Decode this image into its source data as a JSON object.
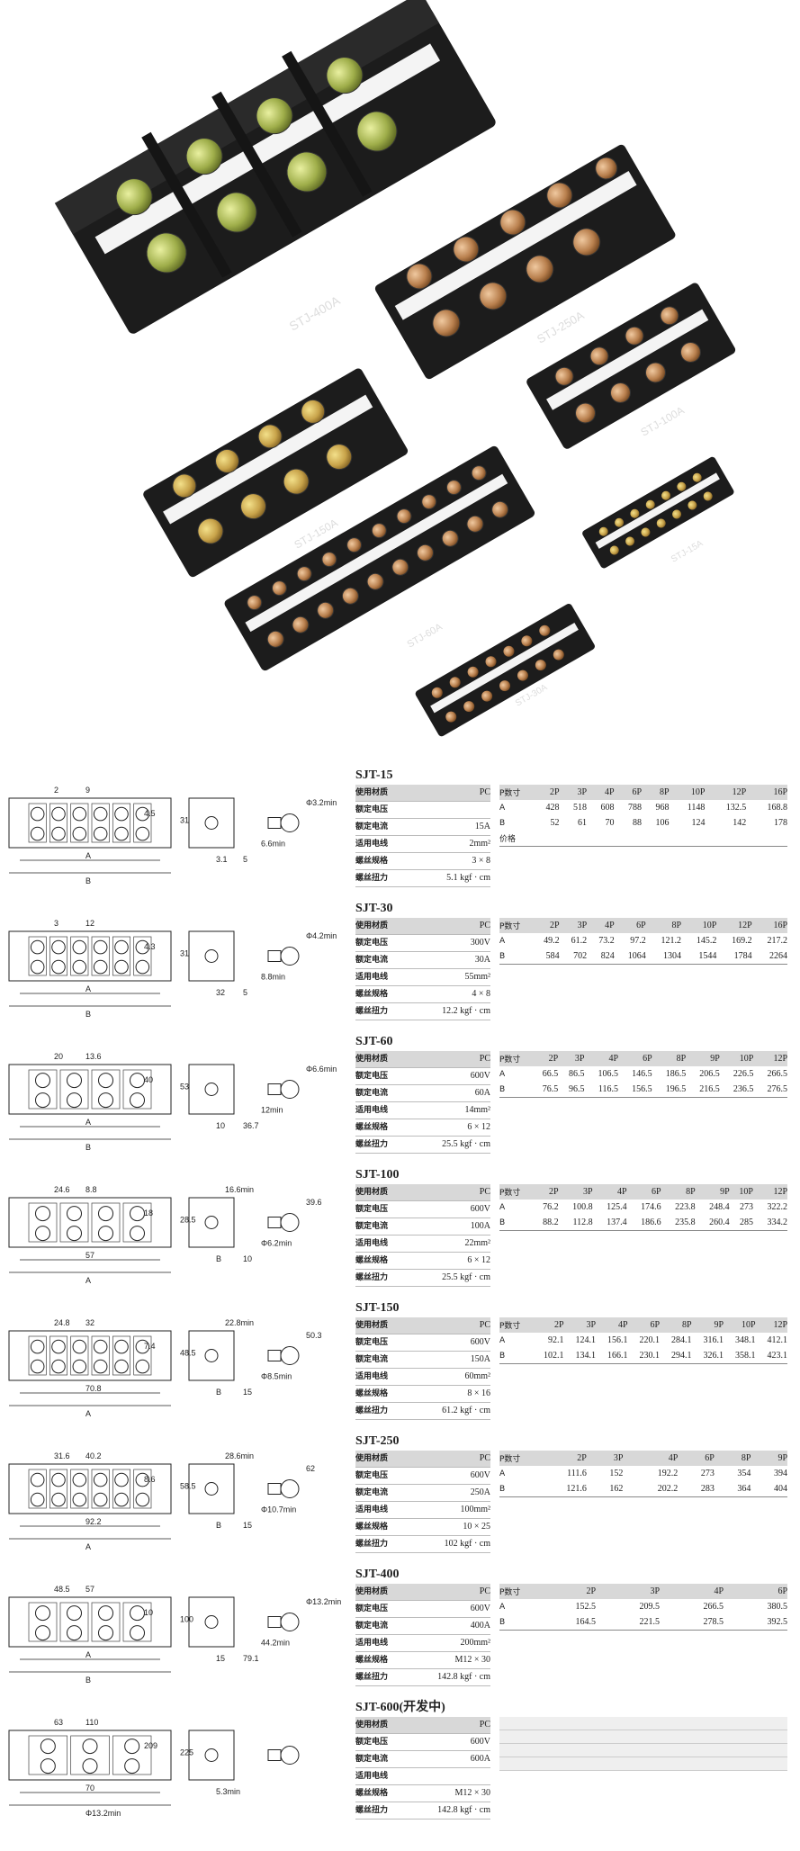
{
  "photo": {
    "labels": [
      "STJ-400A",
      "STJ-250A",
      "STJ-100A",
      "STJ-150A",
      "STJ-60A",
      "STJ-15A",
      "STJ-30A"
    ]
  },
  "models": [
    {
      "name": "SJT-15",
      "spec": [
        [
          "使用材质",
          "PC"
        ],
        [
          "额定电压",
          ""
        ],
        [
          "额定电流",
          "15A"
        ],
        [
          "适用电线",
          "2mm²"
        ],
        [
          "螺丝规格",
          "3 × 8"
        ],
        [
          "螺丝扭力",
          "5.1 kgf · cm"
        ]
      ],
      "price": {
        "header": [
          "P数寸",
          "2P",
          "3P",
          "4P",
          "6P",
          "8P",
          "10P",
          "12P",
          "16P"
        ],
        "rows": [
          [
            "A",
            "428",
            "518",
            "608",
            "788",
            "968",
            "1148",
            "132.5",
            "168.8"
          ],
          [
            "B",
            "52",
            "61",
            "70",
            "88",
            "106",
            "124",
            "142",
            "178"
          ],
          [
            "价格",
            "",
            "",
            "",
            "",
            "",
            "",
            "",
            ""
          ]
        ]
      },
      "drawing": {
        "dims": [
          "2",
          "9",
          "4.5",
          "31",
          "A",
          "B",
          "3.1",
          "5",
          "Φ3.2min",
          "6.6min"
        ]
      }
    },
    {
      "name": "SJT-30",
      "spec": [
        [
          "使用材质",
          "PC"
        ],
        [
          "额定电压",
          "300V"
        ],
        [
          "额定电流",
          "30A"
        ],
        [
          "适用电线",
          "55mm²"
        ],
        [
          "螺丝规格",
          "4 × 8"
        ],
        [
          "螺丝扭力",
          "12.2 kgf · cm"
        ]
      ],
      "price": {
        "header": [
          "P数寸",
          "2P",
          "3P",
          "4P",
          "6P",
          "8P",
          "10P",
          "12P",
          "16P"
        ],
        "rows": [
          [
            "A",
            "49.2",
            "61.2",
            "73.2",
            "97.2",
            "121.2",
            "145.2",
            "169.2",
            "217.2"
          ],
          [
            "B",
            "584",
            "702",
            "824",
            "1064",
            "1304",
            "1544",
            "1784",
            "2264"
          ]
        ]
      },
      "drawing": {
        "dims": [
          "3",
          "12",
          "4.3",
          "31",
          "A",
          "B",
          "32",
          "5",
          "Φ4.2min",
          "8.8min"
        ]
      }
    },
    {
      "name": "SJT-60",
      "spec": [
        [
          "使用材质",
          "PC"
        ],
        [
          "额定电压",
          "600V"
        ],
        [
          "额定电流",
          "60A"
        ],
        [
          "适用电线",
          "14mm²"
        ],
        [
          "螺丝规格",
          "6 × 12"
        ],
        [
          "螺丝扭力",
          "25.5 kgf · cm"
        ]
      ],
      "price": {
        "header": [
          "P数寸",
          "2P",
          "3P",
          "4P",
          "6P",
          "8P",
          "9P",
          "10P",
          "12P"
        ],
        "rows": [
          [
            "A",
            "66.5",
            "86.5",
            "106.5",
            "146.5",
            "186.5",
            "206.5",
            "226.5",
            "266.5"
          ],
          [
            "B",
            "76.5",
            "96.5",
            "116.5",
            "156.5",
            "196.5",
            "216.5",
            "236.5",
            "276.5"
          ]
        ]
      },
      "drawing": {
        "dims": [
          "20",
          "13.6",
          "40",
          "53",
          "A",
          "B",
          "10",
          "36.7",
          "Φ6.6min",
          "12min"
        ]
      }
    },
    {
      "name": "SJT-100",
      "spec": [
        [
          "使用材质",
          "PC"
        ],
        [
          "额定电压",
          "600V"
        ],
        [
          "额定电流",
          "100A"
        ],
        [
          "适用电线",
          "22mm²"
        ],
        [
          "螺丝规格",
          "6 × 12"
        ],
        [
          "螺丝扭力",
          "25.5 kgf · cm"
        ]
      ],
      "price": {
        "header": [
          "P数寸",
          "2P",
          "3P",
          "4P",
          "6P",
          "8P",
          "9P",
          "10P",
          "12P"
        ],
        "rows": [
          [
            "A",
            "76.2",
            "100.8",
            "125.4",
            "174.6",
            "223.8",
            "248.4",
            "273",
            "322.2"
          ],
          [
            "B",
            "88.2",
            "112.8",
            "137.4",
            "186.6",
            "235.8",
            "260.4",
            "285",
            "334.2"
          ]
        ]
      },
      "drawing": {
        "dims": [
          "24.6",
          "8.8",
          "18",
          "28.5",
          "57",
          "A",
          "B",
          "10",
          "39.6",
          "Φ6.2min",
          "16.6min"
        ]
      }
    },
    {
      "name": "SJT-150",
      "spec": [
        [
          "使用材质",
          "PC"
        ],
        [
          "额定电压",
          "600V"
        ],
        [
          "额定电流",
          "150A"
        ],
        [
          "适用电线",
          "60mm²"
        ],
        [
          "螺丝规格",
          "8 × 16"
        ],
        [
          "螺丝扭力",
          "61.2 kgf · cm"
        ]
      ],
      "price": {
        "header": [
          "P数寸",
          "2P",
          "3P",
          "4P",
          "6P",
          "8P",
          "9P",
          "10P",
          "12P"
        ],
        "rows": [
          [
            "A",
            "92.1",
            "124.1",
            "156.1",
            "220.1",
            "284.1",
            "316.1",
            "348.1",
            "412.1"
          ],
          [
            "B",
            "102.1",
            "134.1",
            "166.1",
            "230.1",
            "294.1",
            "326.1",
            "358.1",
            "423.1"
          ]
        ]
      },
      "drawing": {
        "dims": [
          "24.8",
          "32",
          "7.4",
          "48.5",
          "70.8",
          "A",
          "B",
          "15",
          "50.3",
          "Φ8.5min",
          "22.8min"
        ]
      }
    },
    {
      "name": "SJT-250",
      "spec": [
        [
          "使用材质",
          "PC"
        ],
        [
          "额定电压",
          "600V"
        ],
        [
          "额定电流",
          "250A"
        ],
        [
          "适用电线",
          "100mm²"
        ],
        [
          "螺丝规格",
          "10 × 25"
        ],
        [
          "螺丝扭力",
          "102 kgf · cm"
        ]
      ],
      "price": {
        "header": [
          "P数寸",
          "2P",
          "3P",
          "4P",
          "6P",
          "8P",
          "9P"
        ],
        "rows": [
          [
            "A",
            "111.6",
            "152",
            "192.2",
            "273",
            "354",
            "394"
          ],
          [
            "B",
            "121.6",
            "162",
            "202.2",
            "283",
            "364",
            "404"
          ]
        ]
      },
      "drawing": {
        "dims": [
          "31.6",
          "40.2",
          "8.6",
          "58.5",
          "92.2",
          "A",
          "B",
          "15",
          "62",
          "Φ10.7min",
          "28.6min"
        ]
      }
    },
    {
      "name": "SJT-400",
      "spec": [
        [
          "使用材质",
          "PC"
        ],
        [
          "额定电压",
          "600V"
        ],
        [
          "额定电流",
          "400A"
        ],
        [
          "适用电线",
          "200mm²"
        ],
        [
          "螺丝规格",
          "M12 × 30"
        ],
        [
          "螺丝扭力",
          "142.8 kgf · cm"
        ]
      ],
      "price": {
        "header": [
          "P数寸",
          "2P",
          "3P",
          "4P",
          "6P"
        ],
        "rows": [
          [
            "A",
            "152.5",
            "209.5",
            "266.5",
            "380.5"
          ],
          [
            "B",
            "164.5",
            "221.5",
            "278.5",
            "392.5"
          ]
        ]
      },
      "drawing": {
        "dims": [
          "48.5",
          "57",
          "10",
          "100",
          "A",
          "B",
          "15",
          "79.1",
          "Φ13.2min",
          "44.2min"
        ]
      }
    },
    {
      "name": "SJT-600(开发中)",
      "spec": [
        [
          "使用材质",
          "PC"
        ],
        [
          "额定电压",
          "600V"
        ],
        [
          "额定电流",
          "600A"
        ],
        [
          "适用电线",
          ""
        ],
        [
          "螺丝规格",
          "M12 × 30"
        ],
        [
          "螺丝扭力",
          "142.8 kgf · cm"
        ]
      ],
      "price": {
        "header": [],
        "rows": []
      },
      "drawing": {
        "dims": [
          "63",
          "110",
          "209",
          "225",
          "70",
          "Φ13.2min",
          "5.3min"
        ]
      }
    }
  ],
  "colors": {
    "header_bg": "#d8d8d8",
    "line": "#888888",
    "terminal_body": "#1c1c1c",
    "screw_brass": "#c8a34a"
  }
}
